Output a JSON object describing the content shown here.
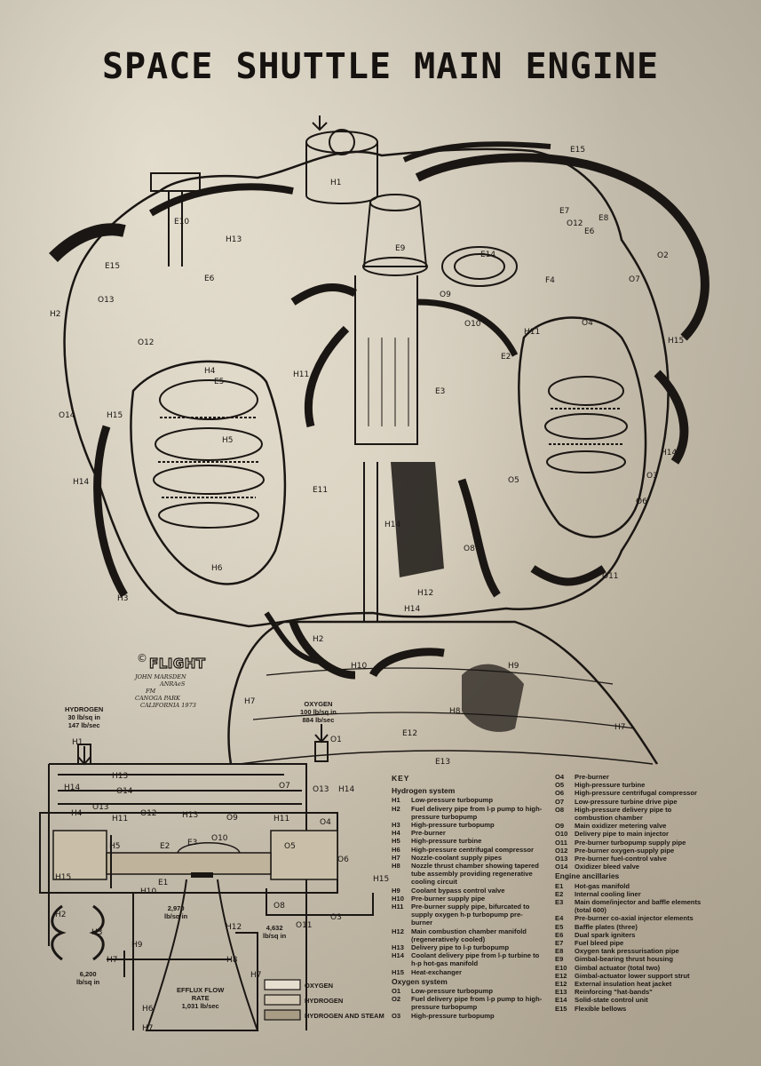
{
  "title": "SPACE SHUTTLE MAIN ENGINE",
  "credit": {
    "copyright": "©",
    "logo": "FLIGHT",
    "artist": [
      "JOHN MARSDEN",
      "ANRAeS",
      "FM",
      "CANOGA PARK",
      "CALIFORNIA 1973"
    ]
  },
  "flows": {
    "hydrogen": [
      "HYDROGEN",
      "30 lb/sq in",
      "147 lb/sec"
    ],
    "oxygen": [
      "OXYGEN",
      "100 lb/sq in",
      "884 lb/sec"
    ],
    "p2970": [
      "2,970",
      "lb/sq in"
    ],
    "p4632": [
      "4,632",
      "lb/sq in"
    ],
    "p6200": [
      "6,200",
      "lb/sq in"
    ],
    "efflux": [
      "EFFLUX FLOW",
      "RATE",
      "1,031 lb/sec"
    ]
  },
  "legend": [
    "OXYGEN",
    "HYDROGEN",
    "HYDROGEN AND STEAM"
  ],
  "key": {
    "title": "KEY",
    "hydrogen_heading": "Hydrogen system",
    "hydrogen": [
      {
        "code": "H1",
        "text": "Low-pressure turbopump"
      },
      {
        "code": "H2",
        "text": "Fuel delivery pipe from l-p pump to high-pressure turbopump"
      },
      {
        "code": "H3",
        "text": "High-pressure turbopump"
      },
      {
        "code": "H4",
        "text": "Pre-burner"
      },
      {
        "code": "H5",
        "text": "High-pressure turbine"
      },
      {
        "code": "H6",
        "text": "High-pressure centrifugal compressor"
      },
      {
        "code": "H7",
        "text": "Nozzle-coolant supply pipes"
      },
      {
        "code": "H8",
        "text": "Nozzle thrust chamber showing tapered tube assembly providing regenerative cooling circuit"
      },
      {
        "code": "H9",
        "text": "Coolant bypass control valve"
      },
      {
        "code": "H10",
        "text": "Pre-burner supply pipe"
      },
      {
        "code": "H11",
        "text": "Pre-burner supply pipe, bifurcated to supply oxygen h-p turbopump pre-burner"
      },
      {
        "code": "H12",
        "text": "Main combustion chamber manifold (regeneratively cooled)"
      },
      {
        "code": "H13",
        "text": "Delivery pipe to l-p turbopump"
      },
      {
        "code": "H14",
        "text": "Coolant delivery pipe from l-p turbine to h-p hot-gas manifold"
      },
      {
        "code": "H15",
        "text": "Heat-exchanger"
      }
    ],
    "oxygen_heading": "Oxygen system",
    "oxygen_a": [
      {
        "code": "O1",
        "text": "Low-pressure turbopump"
      },
      {
        "code": "O2",
        "text": "Fuel delivery pipe from l-p pump to high-pressure turbopump"
      },
      {
        "code": "O3",
        "text": "High-pressure turbopump"
      }
    ],
    "oxygen_b": [
      {
        "code": "O4",
        "text": "Pre-burner"
      },
      {
        "code": "O5",
        "text": "High-pressure turbine"
      },
      {
        "code": "O6",
        "text": "High-pressure centrifugal compressor"
      },
      {
        "code": "O7",
        "text": "Low-pressure turbine drive pipe"
      },
      {
        "code": "O8",
        "text": "High-pressure delivery pipe to combustion chamber"
      },
      {
        "code": "O9",
        "text": "Main oxidizer metering valve"
      },
      {
        "code": "O10",
        "text": "Delivery pipe to main injector"
      },
      {
        "code": "O11",
        "text": "Pre-burner turbopump supply pipe"
      },
      {
        "code": "O12",
        "text": "Pre-burner oxygen-supply pipe"
      },
      {
        "code": "O13",
        "text": "Pre-burner fuel-control valve"
      },
      {
        "code": "O14",
        "text": "Oxidizer bleed valve"
      }
    ],
    "ancillaries_heading": "Engine ancillaries",
    "ancillaries": [
      {
        "code": "E1",
        "text": "Hot-gas manifold"
      },
      {
        "code": "E2",
        "text": "Internal cooling liner"
      },
      {
        "code": "E3",
        "text": "Main dome/injector and baffle elements (total 600)"
      },
      {
        "code": "E4",
        "text": "Pre-burner co-axial injector elements"
      },
      {
        "code": "E5",
        "text": "Baffle plates (three)"
      },
      {
        "code": "E6",
        "text": "Dual spark igniters"
      },
      {
        "code": "E7",
        "text": "Fuel bleed pipe"
      },
      {
        "code": "E8",
        "text": "Oxygen tank pressurisation pipe"
      },
      {
        "code": "E9",
        "text": "Gimbal-bearing thrust housing"
      },
      {
        "code": "E10",
        "text": "Gimbal actuator (total two)"
      },
      {
        "code": "E12",
        "text": "Gimbal-actuator lower support strut"
      },
      {
        "code": "E12",
        "text": "External insulation heat jacket"
      },
      {
        "code": "E13",
        "text": "Reinforcing \"hat-bands\""
      },
      {
        "code": "E14",
        "text": "Solid-state control unit"
      },
      {
        "code": "E15",
        "text": "Flexible bellows"
      }
    ]
  },
  "diagram_labels": {
    "engine": [
      "H1",
      "H13",
      "E9",
      "E15",
      "E10",
      "E15",
      "O13",
      "H2",
      "E6",
      "O12",
      "H4",
      "E5",
      "O14",
      "H15",
      "H14",
      "H5",
      "E11",
      "H6",
      "H3",
      "H11",
      "E3",
      "H14",
      "H12",
      "H14",
      "H10",
      "H2",
      "H7",
      "H9",
      "H8",
      "E12",
      "E13",
      "H7",
      "O1",
      "O7",
      "O2",
      "E7",
      "O12",
      "E8",
      "E6",
      "E14",
      "O10",
      "O9",
      "H11",
      "O7",
      "F4",
      "H15",
      "E2",
      "O4",
      "O6",
      "O3",
      "O5",
      "O11",
      "O8",
      "H14"
    ],
    "schematic": [
      "H1",
      "H13",
      "H14",
      "O14",
      "O13",
      "H4",
      "H11",
      "O12",
      "H13",
      "O9",
      "H11",
      "O13",
      "H14",
      "O4",
      "H5",
      "E2",
      "E3",
      "O10",
      "O5",
      "H15",
      "O6",
      "H15",
      "E1",
      "H10",
      "O8",
      "O3",
      "H2",
      "H12",
      "O11",
      "H3",
      "H9",
      "H8",
      "H7",
      "H6",
      "H7",
      "O1",
      "O7",
      "O2"
    ]
  },
  "colors": {
    "paper": "#d9d0bd",
    "ink": "#1a1613"
  }
}
